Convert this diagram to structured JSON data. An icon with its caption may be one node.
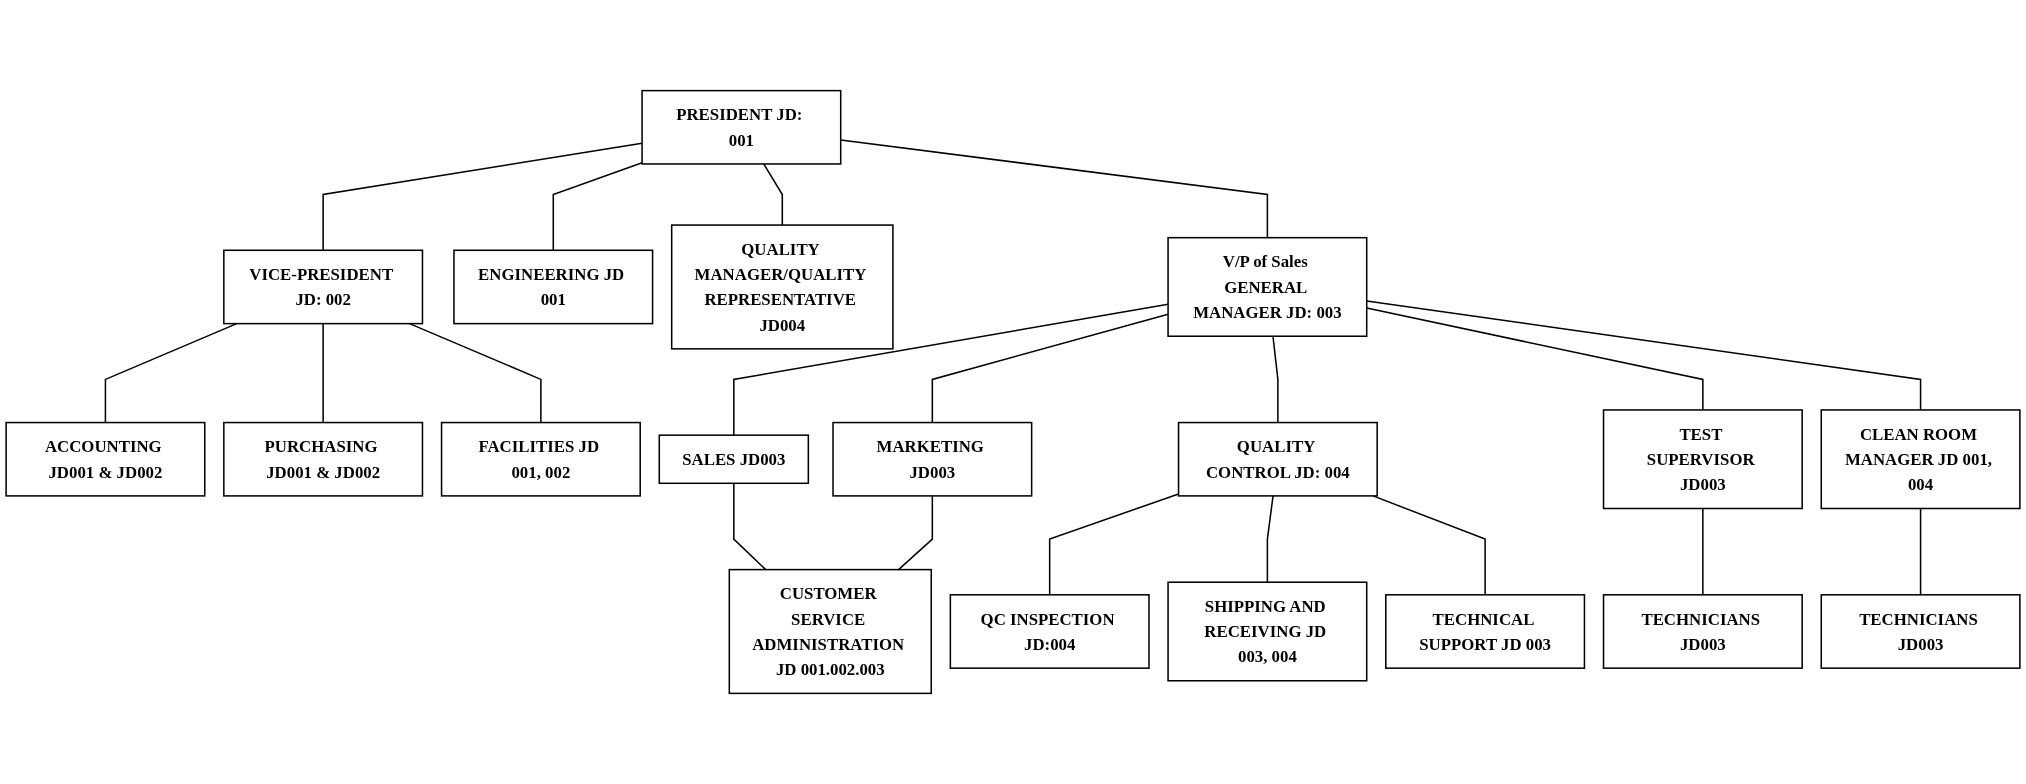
{
  "diagram": {
    "nodes": [
      {
        "text": [
          "PRESIDENT JD: 001"
        ]
      },
      {
        "text": [
          "QUALITY MANAGER/QUALITY REPRESENTATIVE JD004"
        ]
      },
      {
        "text": [
          "VICE-PRESIDENT JD: 002"
        ]
      },
      {
        "text": [
          "ENGINEERING JD 001"
        ]
      },
      {
        "text": [
          "V/P of Sales GENERAL MANAGER JD: 003"
        ]
      },
      {
        "text": [
          "ACCOUNTING JD001 & JD002"
        ]
      },
      {
        "text": [
          "PURCHASING JD001 & JD002"
        ]
      },
      {
        "text": [
          "FACILITIES JD 001, 002"
        ]
      },
      {
        "text": [
          "SALES JD003"
        ]
      },
      {
        "text": [
          "MARKETING JD003"
        ]
      },
      {
        "text": [
          "QUALITY CONTROL JD: 004"
        ]
      },
      {
        "text": [
          "TEST SUPERVISOR JD003"
        ]
      },
      {
        "text": [
          "CLEAN ROOM MANAGER JD 001, 004"
        ]
      },
      {
        "text": [
          "CUSTOMER SERVICE ADMINISTRATION JD 001.002.003"
        ]
      },
      {
        "text": [
          "TECHNICIANS JD003"
        ]
      },
      {
        "text": [
          "TECHNICIANS JD003"
        ]
      },
      {
        "text": [
          "QC INSPECTION JD:004"
        ]
      },
      {
        "text": [
          "SHIPPING AND RECEIVING JD 003, 004"
        ]
      },
      {
        "text": [
          "TECHNICAL SUPPORT JD 003"
        ]
      }
    ],
    "edges": [
      {
        "from": 0,
        "to": 1,
        "arrow": "none"
      },
      {
        "from": 0,
        "to": 2,
        "arrow": "none"
      },
      {
        "from": 0,
        "to": 3,
        "arrow": "none"
      },
      {
        "from": 0,
        "to": 4,
        "arrow": "none"
      },
      {
        "from": 2,
        "to": 5,
        "arrow": "none"
      },
      {
        "from": 2,
        "to": 6,
        "arrow": "none"
      },
      {
        "from": 2,
        "to": 7,
        "arrow": "none"
      },
      {
        "from": 4,
        "to": 8,
        "arrow": "none"
      },
      {
        "from": 4,
        "to": 9,
        "arrow": "none"
      },
      {
        "from": 4,
        "to": 10,
        "arrow": "none"
      },
      {
        "from": 4,
        "to": 11,
        "arrow": "none"
      },
      {
        "from": 4,
        "to": 12,
        "arrow": "none"
      },
      {
        "from": 8,
        "to": 13,
        "arrow": "none"
      },
      {
        "from": 9,
        "to": 13,
        "arrow": "none"
      },
      {
        "from": 11,
        "to": 14,
        "arrow": "none"
      },
      {
        "from": 12,
        "to": 15,
        "arrow": "none"
      },
      {
        "from": 10,
        "to": 16,
        "arrow": "none"
      },
      {
        "from": 10,
        "to": 17,
        "arrow": "none"
      },
      {
        "from": 10,
        "to": 18,
        "arrow": "none"
      }
    ]
  }
}
